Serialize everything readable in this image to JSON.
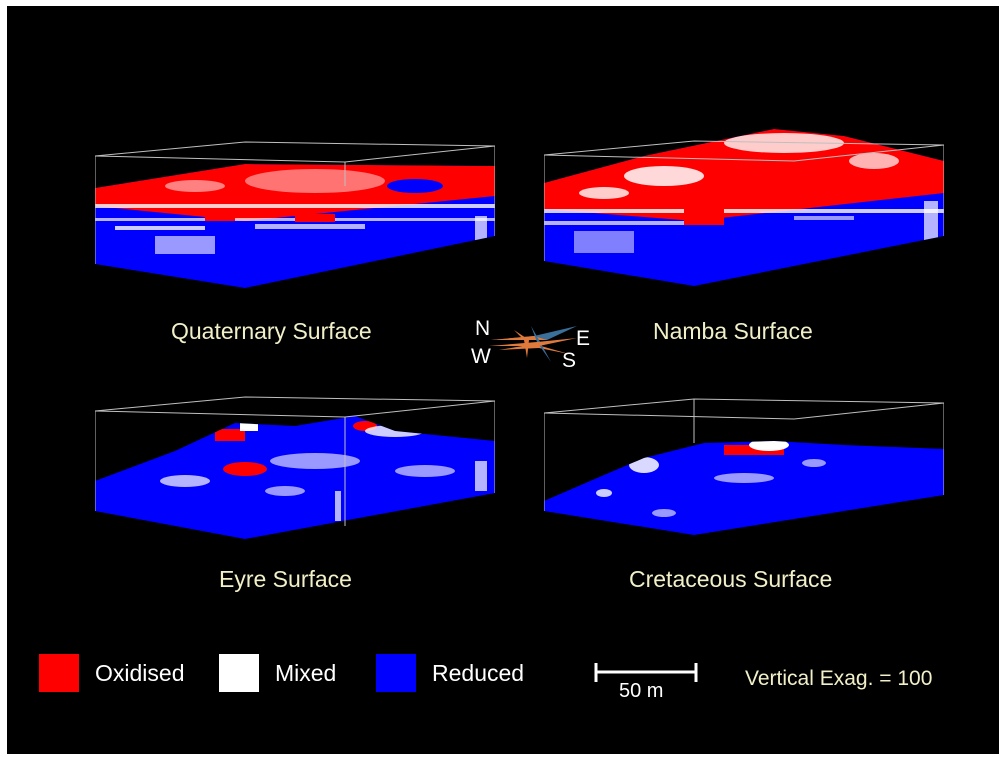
{
  "panels": [
    {
      "caption": "Quaternary Surface",
      "relief": "top"
    },
    {
      "caption": "Namba Surface",
      "relief": "top"
    },
    {
      "caption": "Eyre Surface",
      "relief": "mid"
    },
    {
      "caption": "Cretaceous Surface",
      "relief": "low"
    }
  ],
  "compass": {
    "n": "N",
    "e": "E",
    "s": "S",
    "w": "W"
  },
  "legend": [
    {
      "label": "Oxidised",
      "color": "#ff0000"
    },
    {
      "label": "Mixed",
      "color": "#ffffff"
    },
    {
      "label": "Reduced",
      "color": "#0000ff"
    }
  ],
  "scale_bar": {
    "label": "50 m"
  },
  "vertical_exaggeration": "Vertical Exag. = 100",
  "colors": {
    "background": "#000000",
    "caption": "#f2f0c8",
    "box_edges": "#bfbfbf"
  }
}
